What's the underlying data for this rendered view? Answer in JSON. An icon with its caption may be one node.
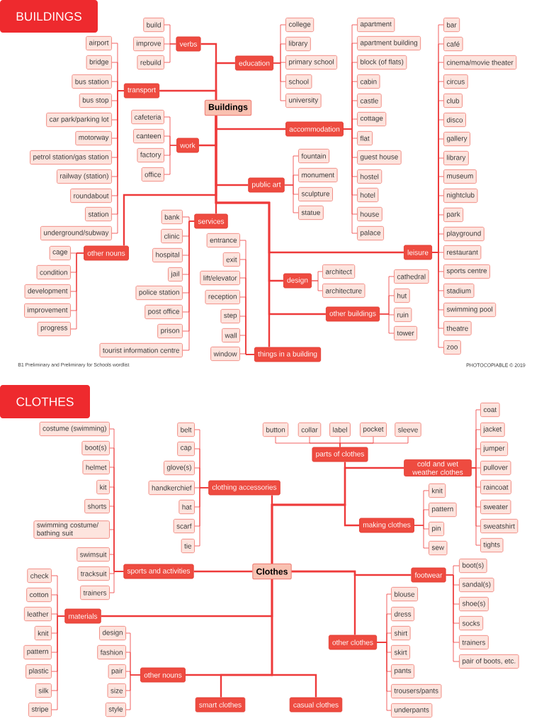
{
  "diagram": {
    "nodes": [
      {
        "text": [
          "BUILDINGS"
        ]
      },
      {
        "text": [
          "Buildings"
        ]
      },
      {
        "text": [
          "verbs"
        ]
      },
      {
        "text": [
          "build"
        ]
      },
      {
        "text": [
          "improve"
        ]
      },
      {
        "text": [
          "rebuild"
        ]
      },
      {
        "text": [
          "education"
        ]
      },
      {
        "text": [
          "college"
        ]
      },
      {
        "text": [
          "library"
        ]
      },
      {
        "text": [
          "primary school"
        ]
      },
      {
        "text": [
          "school"
        ]
      },
      {
        "text": [
          "university"
        ]
      },
      {
        "text": [
          "transport"
        ]
      },
      {
        "text": [
          "airport"
        ]
      },
      {
        "text": [
          "bridge"
        ]
      },
      {
        "text": [
          "bus station"
        ]
      },
      {
        "text": [
          "bus stop"
        ]
      },
      {
        "text": [
          "car park/parking lot"
        ]
      },
      {
        "text": [
          "motorway"
        ]
      },
      {
        "text": [
          "petrol station/gas station"
        ]
      },
      {
        "text": [
          "railway (station)"
        ]
      },
      {
        "text": [
          "roundabout"
        ]
      },
      {
        "text": [
          "station"
        ]
      },
      {
        "text": [
          "underground/subway"
        ]
      },
      {
        "text": [
          "accommodation"
        ]
      },
      {
        "text": [
          "apartment"
        ]
      },
      {
        "text": [
          "apartment building"
        ]
      },
      {
        "text": [
          "block (of flats)"
        ]
      },
      {
        "text": [
          "cabin"
        ]
      },
      {
        "text": [
          "castle"
        ]
      },
      {
        "text": [
          "cottage"
        ]
      },
      {
        "text": [
          "flat"
        ]
      },
      {
        "text": [
          "guest house"
        ]
      },
      {
        "text": [
          "hostel"
        ]
      },
      {
        "text": [
          "hotel"
        ]
      },
      {
        "text": [
          "house"
        ]
      },
      {
        "text": [
          "palace"
        ]
      },
      {
        "text": [
          "work"
        ]
      },
      {
        "text": [
          "cafeteria"
        ]
      },
      {
        "text": [
          "canteen"
        ]
      },
      {
        "text": [
          "factory"
        ]
      },
      {
        "text": [
          "office"
        ]
      },
      {
        "text": [
          "public art"
        ]
      },
      {
        "text": [
          "fountain"
        ]
      },
      {
        "text": [
          "monument"
        ]
      },
      {
        "text": [
          "sculpture"
        ]
      },
      {
        "text": [
          "statue"
        ]
      },
      {
        "text": [
          "other nouns"
        ]
      },
      {
        "text": [
          "cage"
        ]
      },
      {
        "text": [
          "condition"
        ]
      },
      {
        "text": [
          "development"
        ]
      },
      {
        "text": [
          "improvement"
        ]
      },
      {
        "text": [
          "progress"
        ]
      },
      {
        "text": [
          "services"
        ]
      },
      {
        "text": [
          "bank"
        ]
      },
      {
        "text": [
          "clinic"
        ]
      },
      {
        "text": [
          "hospital"
        ]
      },
      {
        "text": [
          "jail"
        ]
      },
      {
        "text": [
          "police station"
        ]
      },
      {
        "text": [
          "post office"
        ]
      },
      {
        "text": [
          "prison"
        ]
      },
      {
        "text": [
          "tourist information centre"
        ]
      },
      {
        "text": [
          "leisure"
        ]
      },
      {
        "text": [
          "bar"
        ]
      },
      {
        "text": [
          "café"
        ]
      },
      {
        "text": [
          "cinema/movie theater"
        ]
      },
      {
        "text": [
          "circus"
        ]
      },
      {
        "text": [
          "club"
        ]
      },
      {
        "text": [
          "disco"
        ]
      },
      {
        "text": [
          "gallery"
        ]
      },
      {
        "text": [
          "library"
        ]
      },
      {
        "text": [
          "museum"
        ]
      },
      {
        "text": [
          "nightclub"
        ]
      },
      {
        "text": [
          "park"
        ]
      },
      {
        "text": [
          "playground"
        ]
      },
      {
        "text": [
          "restaurant"
        ]
      },
      {
        "text": [
          "sports centre"
        ]
      },
      {
        "text": [
          "stadium"
        ]
      },
      {
        "text": [
          "swimming pool"
        ]
      },
      {
        "text": [
          "theatre"
        ]
      },
      {
        "text": [
          "zoo"
        ]
      },
      {
        "text": [
          "design"
        ]
      },
      {
        "text": [
          "architect"
        ]
      },
      {
        "text": [
          "architecture"
        ]
      },
      {
        "text": [
          "other buildings"
        ]
      },
      {
        "text": [
          "cathedral"
        ]
      },
      {
        "text": [
          "hut"
        ]
      },
      {
        "text": [
          "ruin"
        ]
      },
      {
        "text": [
          "tower"
        ]
      },
      {
        "text": [
          "things in a building"
        ]
      },
      {
        "text": [
          "entrance"
        ]
      },
      {
        "text": [
          "exit"
        ]
      },
      {
        "text": [
          "lift/elevator"
        ]
      },
      {
        "text": [
          "reception"
        ]
      },
      {
        "text": [
          "step"
        ]
      },
      {
        "text": [
          "wall"
        ]
      },
      {
        "text": [
          "window"
        ]
      },
      {
        "text": [
          "CLOTHES"
        ]
      },
      {
        "text": [
          "Clothes"
        ]
      },
      {
        "text": [
          "parts of clothes"
        ]
      },
      {
        "text": [
          "button"
        ]
      },
      {
        "text": [
          "collar"
        ]
      },
      {
        "text": [
          "label"
        ]
      },
      {
        "text": [
          "pocket"
        ]
      },
      {
        "text": [
          "sleeve"
        ]
      },
      {
        "text": [
          "cold and wet weather clothes"
        ]
      },
      {
        "text": [
          "coat"
        ]
      },
      {
        "text": [
          "jacket"
        ]
      },
      {
        "text": [
          "jumper"
        ]
      },
      {
        "text": [
          "pullover"
        ]
      },
      {
        "text": [
          "raincoat"
        ]
      },
      {
        "text": [
          "sweater"
        ]
      },
      {
        "text": [
          "sweatshirt"
        ]
      },
      {
        "text": [
          "tights"
        ]
      },
      {
        "text": [
          "clothing accessories"
        ]
      },
      {
        "text": [
          "belt"
        ]
      },
      {
        "text": [
          "cap"
        ]
      },
      {
        "text": [
          "glove(s)"
        ]
      },
      {
        "text": [
          "handkerchief"
        ]
      },
      {
        "text": [
          "hat"
        ]
      },
      {
        "text": [
          "scarf"
        ]
      },
      {
        "text": [
          "tie"
        ]
      },
      {
        "text": [
          "making clothes"
        ]
      },
      {
        "text": [
          "knit"
        ]
      },
      {
        "text": [
          "pattern"
        ]
      },
      {
        "text": [
          "pin"
        ]
      },
      {
        "text": [
          "sew"
        ]
      },
      {
        "text": [
          "sports and activities"
        ]
      },
      {
        "text": [
          "costume (swimming)"
        ]
      },
      {
        "text": [
          "boot(s)"
        ]
      },
      {
        "text": [
          "helmet"
        ]
      },
      {
        "text": [
          "kit"
        ]
      },
      {
        "text": [
          "shorts"
        ]
      },
      {
        "text": [
          "swimming costume/ bathing suit"
        ]
      },
      {
        "text": [
          "swimsuit"
        ]
      },
      {
        "text": [
          "tracksuit"
        ]
      },
      {
        "text": [
          "trainers"
        ]
      },
      {
        "text": [
          "footwear"
        ]
      },
      {
        "text": [
          "boot(s)"
        ]
      },
      {
        "text": [
          "sandal(s)"
        ]
      },
      {
        "text": [
          "shoe(s)"
        ]
      },
      {
        "text": [
          "socks"
        ]
      },
      {
        "text": [
          "trainers"
        ]
      },
      {
        "text": [
          "pair of boots, etc."
        ]
      },
      {
        "text": [
          "materials"
        ]
      },
      {
        "text": [
          "check"
        ]
      },
      {
        "text": [
          "cotton"
        ]
      },
      {
        "text": [
          "leather"
        ]
      },
      {
        "text": [
          "knit"
        ]
      },
      {
        "text": [
          "pattern"
        ]
      },
      {
        "text": [
          "plastic"
        ]
      },
      {
        "text": [
          "silk"
        ]
      },
      {
        "text": [
          "stripe"
        ]
      },
      {
        "text": [
          "other clothes"
        ]
      },
      {
        "text": [
          "blouse"
        ]
      },
      {
        "text": [
          "dress"
        ]
      },
      {
        "text": [
          "shirt"
        ]
      },
      {
        "text": [
          "skirt"
        ]
      },
      {
        "text": [
          "pants"
        ]
      },
      {
        "text": [
          "trousers/pants"
        ]
      },
      {
        "text": [
          "underpants"
        ]
      },
      {
        "text": [
          "other nouns"
        ]
      },
      {
        "text": [
          "design"
        ]
      },
      {
        "text": [
          "fashion"
        ]
      },
      {
        "text": [
          "pair"
        ]
      },
      {
        "text": [
          "size"
        ]
      },
      {
        "text": [
          "style"
        ]
      },
      {
        "text": [
          "smart clothes"
        ]
      },
      {
        "text": [
          "casual clothes"
        ]
      }
    ],
    "edges": [
      {
        "from": 1,
        "to": 2,
        "arrow": "none",
        "style": "thick"
      },
      {
        "from": 2,
        "to": 3,
        "arrow": "none"
      },
      {
        "from": 2,
        "to": 4,
        "arrow": "none"
      },
      {
        "from": 2,
        "to": 5,
        "arrow": "none"
      },
      {
        "from": 1,
        "to": 6,
        "arrow": "none",
        "style": "thick"
      },
      {
        "from": 6,
        "to": 7,
        "arrow": "none"
      },
      {
        "from": 6,
        "to": 8,
        "arrow": "none"
      },
      {
        "from": 6,
        "to": 9,
        "arrow": "none"
      },
      {
        "from": 6,
        "to": 10,
        "arrow": "none"
      },
      {
        "from": 6,
        "to": 11,
        "arrow": "none"
      },
      {
        "from": 1,
        "to": 12,
        "arrow": "none",
        "style": "thick"
      },
      {
        "from": 12,
        "to": 13,
        "arrow": "none"
      },
      {
        "from": 12,
        "to": 14,
        "arrow": "none"
      },
      {
        "from": 12,
        "to": 15,
        "arrow": "none"
      },
      {
        "from": 12,
        "to": 16,
        "arrow": "none"
      },
      {
        "from": 12,
        "to": 17,
        "arrow": "none"
      },
      {
        "from": 12,
        "to": 18,
        "arrow": "none"
      },
      {
        "from": 12,
        "to": 19,
        "arrow": "none"
      },
      {
        "from": 12,
        "to": 20,
        "arrow": "none"
      },
      {
        "from": 12,
        "to": 21,
        "arrow": "none"
      },
      {
        "from": 12,
        "to": 22,
        "arrow": "none"
      },
      {
        "from": 12,
        "to": 23,
        "arrow": "none"
      },
      {
        "from": 1,
        "to": 24,
        "arrow": "none",
        "style": "thick"
      },
      {
        "from": 24,
        "to": 25,
        "arrow": "none"
      },
      {
        "from": 24,
        "to": 26,
        "arrow": "none"
      },
      {
        "from": 24,
        "to": 27,
        "arrow": "none"
      },
      {
        "from": 24,
        "to": 28,
        "arrow": "none"
      },
      {
        "from": 24,
        "to": 29,
        "arrow": "none"
      },
      {
        "from": 24,
        "to": 30,
        "arrow": "none"
      },
      {
        "from": 24,
        "to": 31,
        "arrow": "none"
      },
      {
        "from": 24,
        "to": 32,
        "arrow": "none"
      },
      {
        "from": 24,
        "to": 33,
        "arrow": "none"
      },
      {
        "from": 24,
        "to": 34,
        "arrow": "none"
      },
      {
        "from": 24,
        "to": 35,
        "arrow": "none"
      },
      {
        "from": 24,
        "to": 36,
        "arrow": "none"
      },
      {
        "from": 1,
        "to": 37,
        "arrow": "none",
        "style": "thick"
      },
      {
        "from": 37,
        "to": 38,
        "arrow": "none"
      },
      {
        "from": 37,
        "to": 39,
        "arrow": "none"
      },
      {
        "from": 37,
        "to": 40,
        "arrow": "none"
      },
      {
        "from": 37,
        "to": 41,
        "arrow": "none"
      },
      {
        "from": 1,
        "to": 42,
        "arrow": "none",
        "style": "thick"
      },
      {
        "from": 42,
        "to": 43,
        "arrow": "none"
      },
      {
        "from": 42,
        "to": 44,
        "arrow": "none"
      },
      {
        "from": 42,
        "to": 45,
        "arrow": "none"
      },
      {
        "from": 42,
        "to": 46,
        "arrow": "none"
      },
      {
        "from": 1,
        "to": 47,
        "arrow": "none",
        "style": "thick"
      },
      {
        "from": 47,
        "to": 48,
        "arrow": "none"
      },
      {
        "from": 47,
        "to": 49,
        "arrow": "none"
      },
      {
        "from": 47,
        "to": 50,
        "arrow": "none"
      },
      {
        "from": 47,
        "to": 51,
        "arrow": "none"
      },
      {
        "from": 47,
        "to": 52,
        "arrow": "none"
      },
      {
        "from": 1,
        "to": 53,
        "arrow": "none",
        "style": "thick"
      },
      {
        "from": 53,
        "to": 54,
        "arrow": "none"
      },
      {
        "from": 53,
        "to": 55,
        "arrow": "none"
      },
      {
        "from": 53,
        "to": 56,
        "arrow": "none"
      },
      {
        "from": 53,
        "to": 57,
        "arrow": "none"
      },
      {
        "from": 53,
        "to": 58,
        "arrow": "none"
      },
      {
        "from": 53,
        "to": 59,
        "arrow": "none"
      },
      {
        "from": 53,
        "to": 60,
        "arrow": "none"
      },
      {
        "from": 53,
        "to": 61,
        "arrow": "none"
      },
      {
        "from": 1,
        "to": 62,
        "arrow": "none",
        "style": "thick"
      },
      {
        "from": 62,
        "to": 63,
        "arrow": "none"
      },
      {
        "from": 62,
        "to": 64,
        "arrow": "none"
      },
      {
        "from": 62,
        "to": 65,
        "arrow": "none"
      },
      {
        "from": 62,
        "to": 66,
        "arrow": "none"
      },
      {
        "from": 62,
        "to": 67,
        "arrow": "none"
      },
      {
        "from": 62,
        "to": 68,
        "arrow": "none"
      },
      {
        "from": 62,
        "to": 69,
        "arrow": "none"
      },
      {
        "from": 62,
        "to": 70,
        "arrow": "none"
      },
      {
        "from": 62,
        "to": 71,
        "arrow": "none"
      },
      {
        "from": 62,
        "to": 72,
        "arrow": "none"
      },
      {
        "from": 62,
        "to": 73,
        "arrow": "none"
      },
      {
        "from": 62,
        "to": 74,
        "arrow": "none"
      },
      {
        "from": 62,
        "to": 75,
        "arrow": "none"
      },
      {
        "from": 62,
        "to": 76,
        "arrow": "none"
      },
      {
        "from": 62,
        "to": 77,
        "arrow": "none"
      },
      {
        "from": 62,
        "to": 78,
        "arrow": "none"
      },
      {
        "from": 62,
        "to": 79,
        "arrow": "none"
      },
      {
        "from": 62,
        "to": 80,
        "arrow": "none"
      },
      {
        "from": 1,
        "to": 81,
        "arrow": "none",
        "style": "thick"
      },
      {
        "from": 81,
        "to": 82,
        "arrow": "none"
      },
      {
        "from": 81,
        "to": 83,
        "arrow": "none"
      },
      {
        "from": 1,
        "to": 84,
        "arrow": "none",
        "style": "thick"
      },
      {
        "from": 84,
        "to": 85,
        "arrow": "none"
      },
      {
        "from": 84,
        "to": 86,
        "arrow": "none"
      },
      {
        "from": 84,
        "to": 87,
        "arrow": "none"
      },
      {
        "from": 84,
        "to": 88,
        "arrow": "none"
      },
      {
        "from": 1,
        "to": 89,
        "arrow": "none",
        "style": "thick"
      },
      {
        "from": 89,
        "to": 90,
        "arrow": "none"
      },
      {
        "from": 89,
        "to": 91,
        "arrow": "none"
      },
      {
        "from": 89,
        "to": 92,
        "arrow": "none"
      },
      {
        "from": 89,
        "to": 93,
        "arrow": "none"
      },
      {
        "from": 89,
        "to": 94,
        "arrow": "none"
      },
      {
        "from": 89,
        "to": 95,
        "arrow": "none"
      },
      {
        "from": 89,
        "to": 96,
        "arrow": "none"
      },
      {
        "from": 98,
        "to": 99,
        "arrow": "none",
        "style": "thick"
      },
      {
        "from": 99,
        "to": 100,
        "arrow": "none"
      },
      {
        "from": 99,
        "to": 101,
        "arrow": "none"
      },
      {
        "from": 99,
        "to": 102,
        "arrow": "none"
      },
      {
        "from": 99,
        "to": 103,
        "arrow": "none"
      },
      {
        "from": 99,
        "to": 104,
        "arrow": "none"
      },
      {
        "from": 98,
        "to": 105,
        "arrow": "none",
        "style": "thick"
      },
      {
        "from": 105,
        "to": 106,
        "arrow": "none"
      },
      {
        "from": 105,
        "to": 107,
        "arrow": "none"
      },
      {
        "from": 105,
        "to": 108,
        "arrow": "none"
      },
      {
        "from": 105,
        "to": 109,
        "arrow": "none"
      },
      {
        "from": 105,
        "to": 110,
        "arrow": "none"
      },
      {
        "from": 105,
        "to": 111,
        "arrow": "none"
      },
      {
        "from": 105,
        "to": 112,
        "arrow": "none"
      },
      {
        "from": 105,
        "to": 113,
        "arrow": "none"
      },
      {
        "from": 98,
        "to": 114,
        "arrow": "none",
        "style": "thick"
      },
      {
        "from": 114,
        "to": 115,
        "arrow": "none"
      },
      {
        "from": 114,
        "to": 116,
        "arrow": "none"
      },
      {
        "from": 114,
        "to": 117,
        "arrow": "none"
      },
      {
        "from": 114,
        "to": 118,
        "arrow": "none"
      },
      {
        "from": 114,
        "to": 119,
        "arrow": "none"
      },
      {
        "from": 114,
        "to": 120,
        "arrow": "none"
      },
      {
        "from": 114,
        "to": 121,
        "arrow": "none"
      },
      {
        "from": 98,
        "to": 122,
        "arrow": "none",
        "style": "thick"
      },
      {
        "from": 122,
        "to": 123,
        "arrow": "none"
      },
      {
        "from": 122,
        "to": 124,
        "arrow": "none"
      },
      {
        "from": 122,
        "to": 125,
        "arrow": "none"
      },
      {
        "from": 122,
        "to": 126,
        "arrow": "none"
      },
      {
        "from": 98,
        "to": 127,
        "arrow": "none",
        "style": "thick"
      },
      {
        "from": 127,
        "to": 128,
        "arrow": "none"
      },
      {
        "from": 127,
        "to": 129,
        "arrow": "none"
      },
      {
        "from": 127,
        "to": 130,
        "arrow": "none"
      },
      {
        "from": 127,
        "to": 131,
        "arrow": "none"
      },
      {
        "from": 127,
        "to": 132,
        "arrow": "none"
      },
      {
        "from": 127,
        "to": 133,
        "arrow": "none"
      },
      {
        "from": 127,
        "to": 134,
        "arrow": "none"
      },
      {
        "from": 127,
        "to": 135,
        "arrow": "none"
      },
      {
        "from": 127,
        "to": 136,
        "arrow": "none"
      },
      {
        "from": 98,
        "to": 137,
        "arrow": "none",
        "style": "thick"
      },
      {
        "from": 137,
        "to": 138,
        "arrow": "none"
      },
      {
        "from": 137,
        "to": 139,
        "arrow": "none"
      },
      {
        "from": 137,
        "to": 140,
        "arrow": "none"
      },
      {
        "from": 137,
        "to": 141,
        "arrow": "none"
      },
      {
        "from": 137,
        "to": 142,
        "arrow": "none"
      },
      {
        "from": 137,
        "to": 143,
        "arrow": "none"
      },
      {
        "from": 98,
        "to": 144,
        "arrow": "none",
        "style": "thick"
      },
      {
        "from": 144,
        "to": 145,
        "arrow": "none"
      },
      {
        "from": 144,
        "to": 146,
        "arrow": "none"
      },
      {
        "from": 144,
        "to": 147,
        "arrow": "none"
      },
      {
        "from": 144,
        "to": 148,
        "arrow": "none"
      },
      {
        "from": 144,
        "to": 149,
        "arrow": "none"
      },
      {
        "from": 144,
        "to": 150,
        "arrow": "none"
      },
      {
        "from": 144,
        "to": 151,
        "arrow": "none"
      },
      {
        "from": 144,
        "to": 152,
        "arrow": "none"
      },
      {
        "from": 98,
        "to": 153,
        "arrow": "none",
        "style": "thick"
      },
      {
        "from": 153,
        "to": 154,
        "arrow": "none"
      },
      {
        "from": 153,
        "to": 155,
        "arrow": "none"
      },
      {
        "from": 153,
        "to": 156,
        "arrow": "none"
      },
      {
        "from": 153,
        "to": 157,
        "arrow": "none"
      },
      {
        "from": 153,
        "to": 158,
        "arrow": "none"
      },
      {
        "from": 153,
        "to": 159,
        "arrow": "none"
      },
      {
        "from": 153,
        "to": 160,
        "arrow": "none"
      },
      {
        "from": 98,
        "to": 161,
        "arrow": "none",
        "style": "thick"
      },
      {
        "from": 161,
        "to": 162,
        "arrow": "none"
      },
      {
        "from": 161,
        "to": 163,
        "arrow": "none"
      },
      {
        "from": 161,
        "to": 164,
        "arrow": "none"
      },
      {
        "from": 161,
        "to": 165,
        "arrow": "none"
      },
      {
        "from": 161,
        "to": 166,
        "arrow": "none"
      },
      {
        "from": 98,
        "to": 167,
        "arrow": "none",
        "style": "thick"
      },
      {
        "from": 98,
        "to": 168,
        "arrow": "none",
        "style": "thick"
      }
    ],
    "labels": [
      "B1 Preliminary and Preliminary for Schools wordlist",
      "PHOTOCOPIABLE © 2019"
    ]
  }
}
